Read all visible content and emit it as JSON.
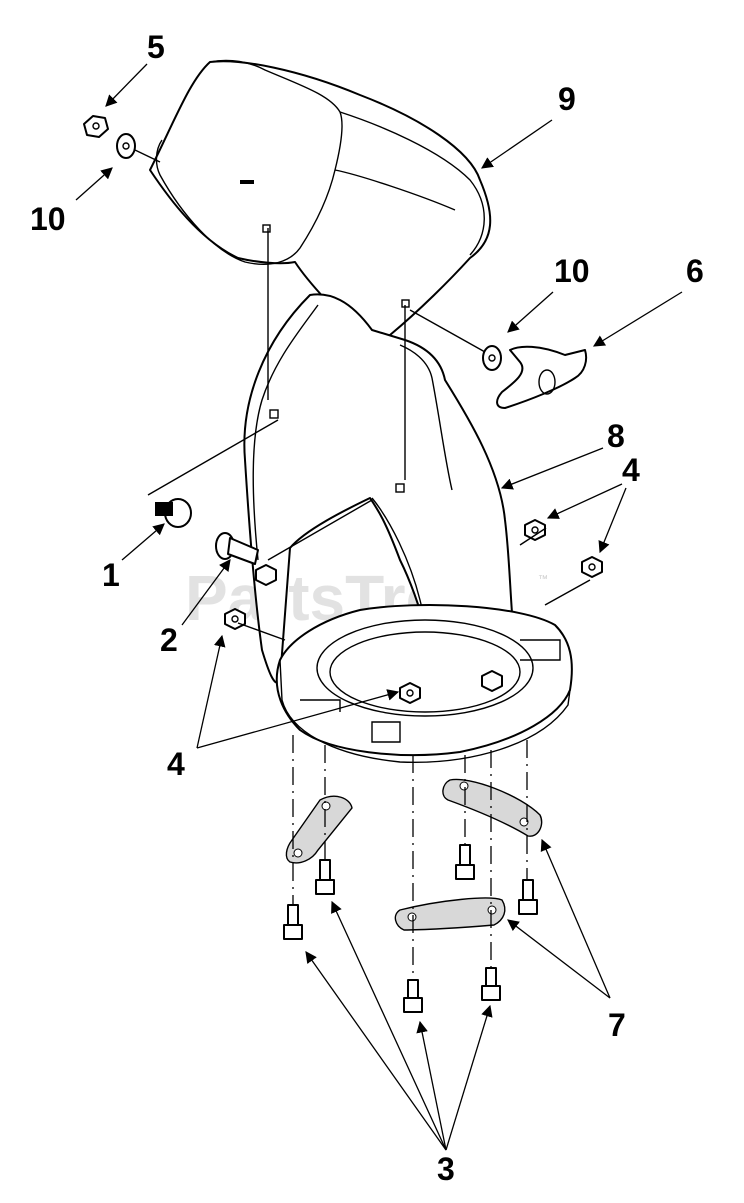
{
  "watermark": {
    "text": "PartsTree",
    "trademark": "™"
  },
  "callouts": [
    {
      "id": "callout-1",
      "text": "1"
    },
    {
      "id": "callout-2",
      "text": "2"
    },
    {
      "id": "callout-3",
      "text": "3"
    },
    {
      "id": "callout-4-right",
      "text": "4"
    },
    {
      "id": "callout-4-left",
      "text": "4"
    },
    {
      "id": "callout-5",
      "text": "5"
    },
    {
      "id": "callout-6",
      "text": "6"
    },
    {
      "id": "callout-7",
      "text": "7"
    },
    {
      "id": "callout-8",
      "text": "8"
    },
    {
      "id": "callout-9",
      "text": "9"
    },
    {
      "id": "callout-10-left",
      "text": "10"
    },
    {
      "id": "callout-10-right",
      "text": "10"
    }
  ]
}
